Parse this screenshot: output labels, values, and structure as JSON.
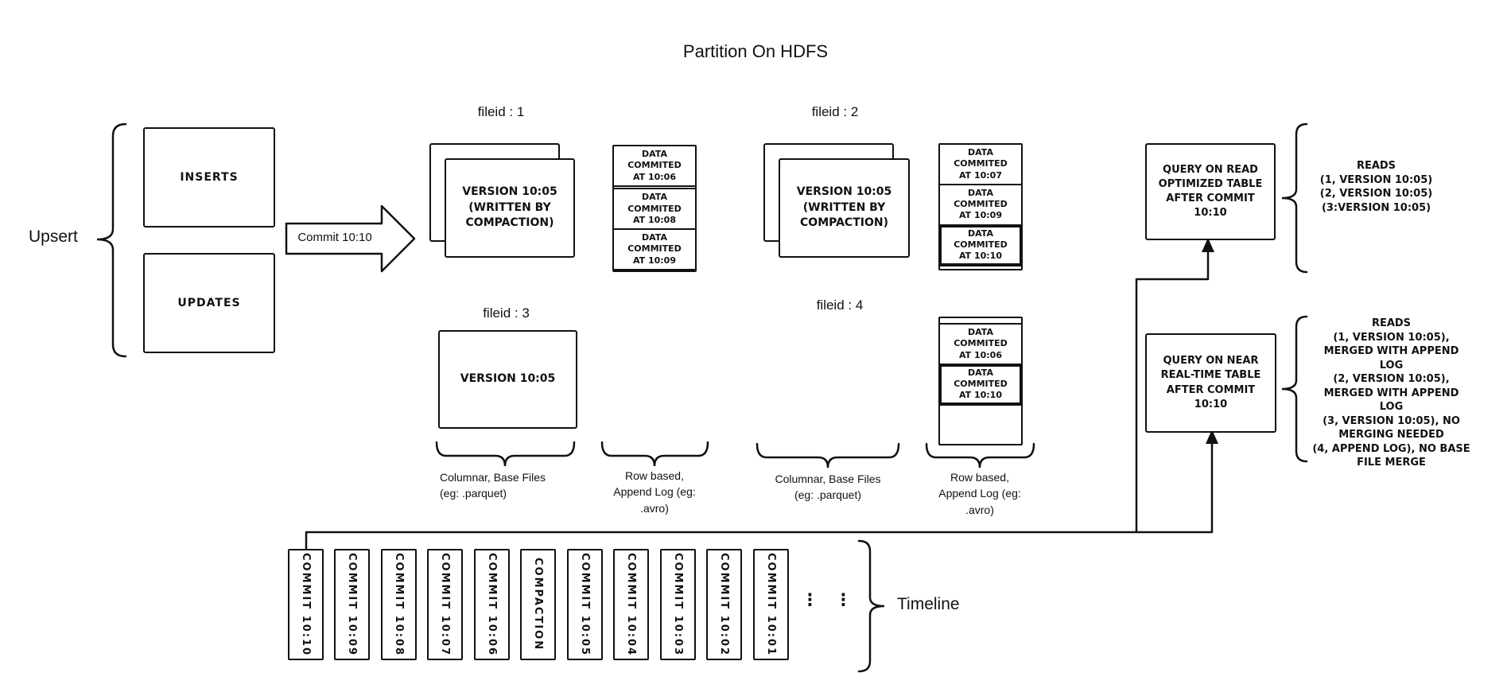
{
  "title": "Partition On HDFS",
  "colors": {
    "ink": "#111111",
    "background": "#ffffff"
  },
  "left": {
    "brace_label": "Upsert",
    "inserts_label": "INSERTS",
    "updates_label": "UPDATES",
    "arrow_label": "Commit 10:10"
  },
  "file_groups": {
    "file1": {
      "label": "fileid : 1",
      "base_text": "VERSION 10:05\n(WRITTEN BY\nCOMPACTION)"
    },
    "file2": {
      "label": "fileid : 2",
      "base_text": "VERSION 10:05\n(WRITTEN BY\nCOMPACTION)"
    },
    "file3": {
      "label": "fileid : 3",
      "base_text": "VERSION 10:05"
    },
    "file4": {
      "label": "fileid : 4"
    }
  },
  "logs": {
    "log1": {
      "cells": [
        "DATA COMMITED\nAT 10:06",
        "DATA COMMITED\nAT 10:08",
        "DATA COMMITED\nAT 10:09"
      ]
    },
    "log2": {
      "cells": [
        "DATA COMMITED\nAT 10:07",
        "DATA COMMITED\nAT 10:09",
        "DATA COMMITED\nAT 10:10"
      ]
    },
    "log4": {
      "cells": [
        "DATA COMMITED\nAT 10:06",
        "DATA COMMITED\nAT 10:10"
      ]
    }
  },
  "group_labels": {
    "columnar": "Columnar, Base Files\n(eg: .parquet)",
    "row_based": "Row based,\nAppend Log  (eg:\n.avro)"
  },
  "queries": {
    "read_optimized": {
      "box": "QUERY ON READ\nOPTIMIZED TABLE\nAFTER COMMIT\n10:10",
      "reads": "READS\n(1, VERSION 10:05)\n(2, VERSION 10:05)\n(3:VERSION 10:05)"
    },
    "near_real_time": {
      "box": "QUERY ON NEAR\nREAL-TIME TABLE\nAFTER COMMIT\n10:10",
      "reads": "READS\n(1, VERSION 10:05),\nMERGED WITH APPEND LOG\n(2, VERSION 10:05),\nMERGED WITH APPEND LOG\n(3, VERSION 10:05), NO\nMERGING NEEDED\n(4, APPEND LOG), NO BASE\nFILE MERGE"
    }
  },
  "timeline": {
    "label": "Timeline",
    "ellipsis": "⋮",
    "commits": [
      "COMMIT 10:10",
      "COMMIT 10:09",
      "COMMIT 10:08",
      "COMMIT 10:07",
      "COMMIT 10:06",
      "COMPACTION",
      "COMMIT 10:05",
      "COMMIT 10:04",
      "COMMIT 10:03",
      "COMMIT 10:02",
      "COMMIT 10:01"
    ]
  }
}
